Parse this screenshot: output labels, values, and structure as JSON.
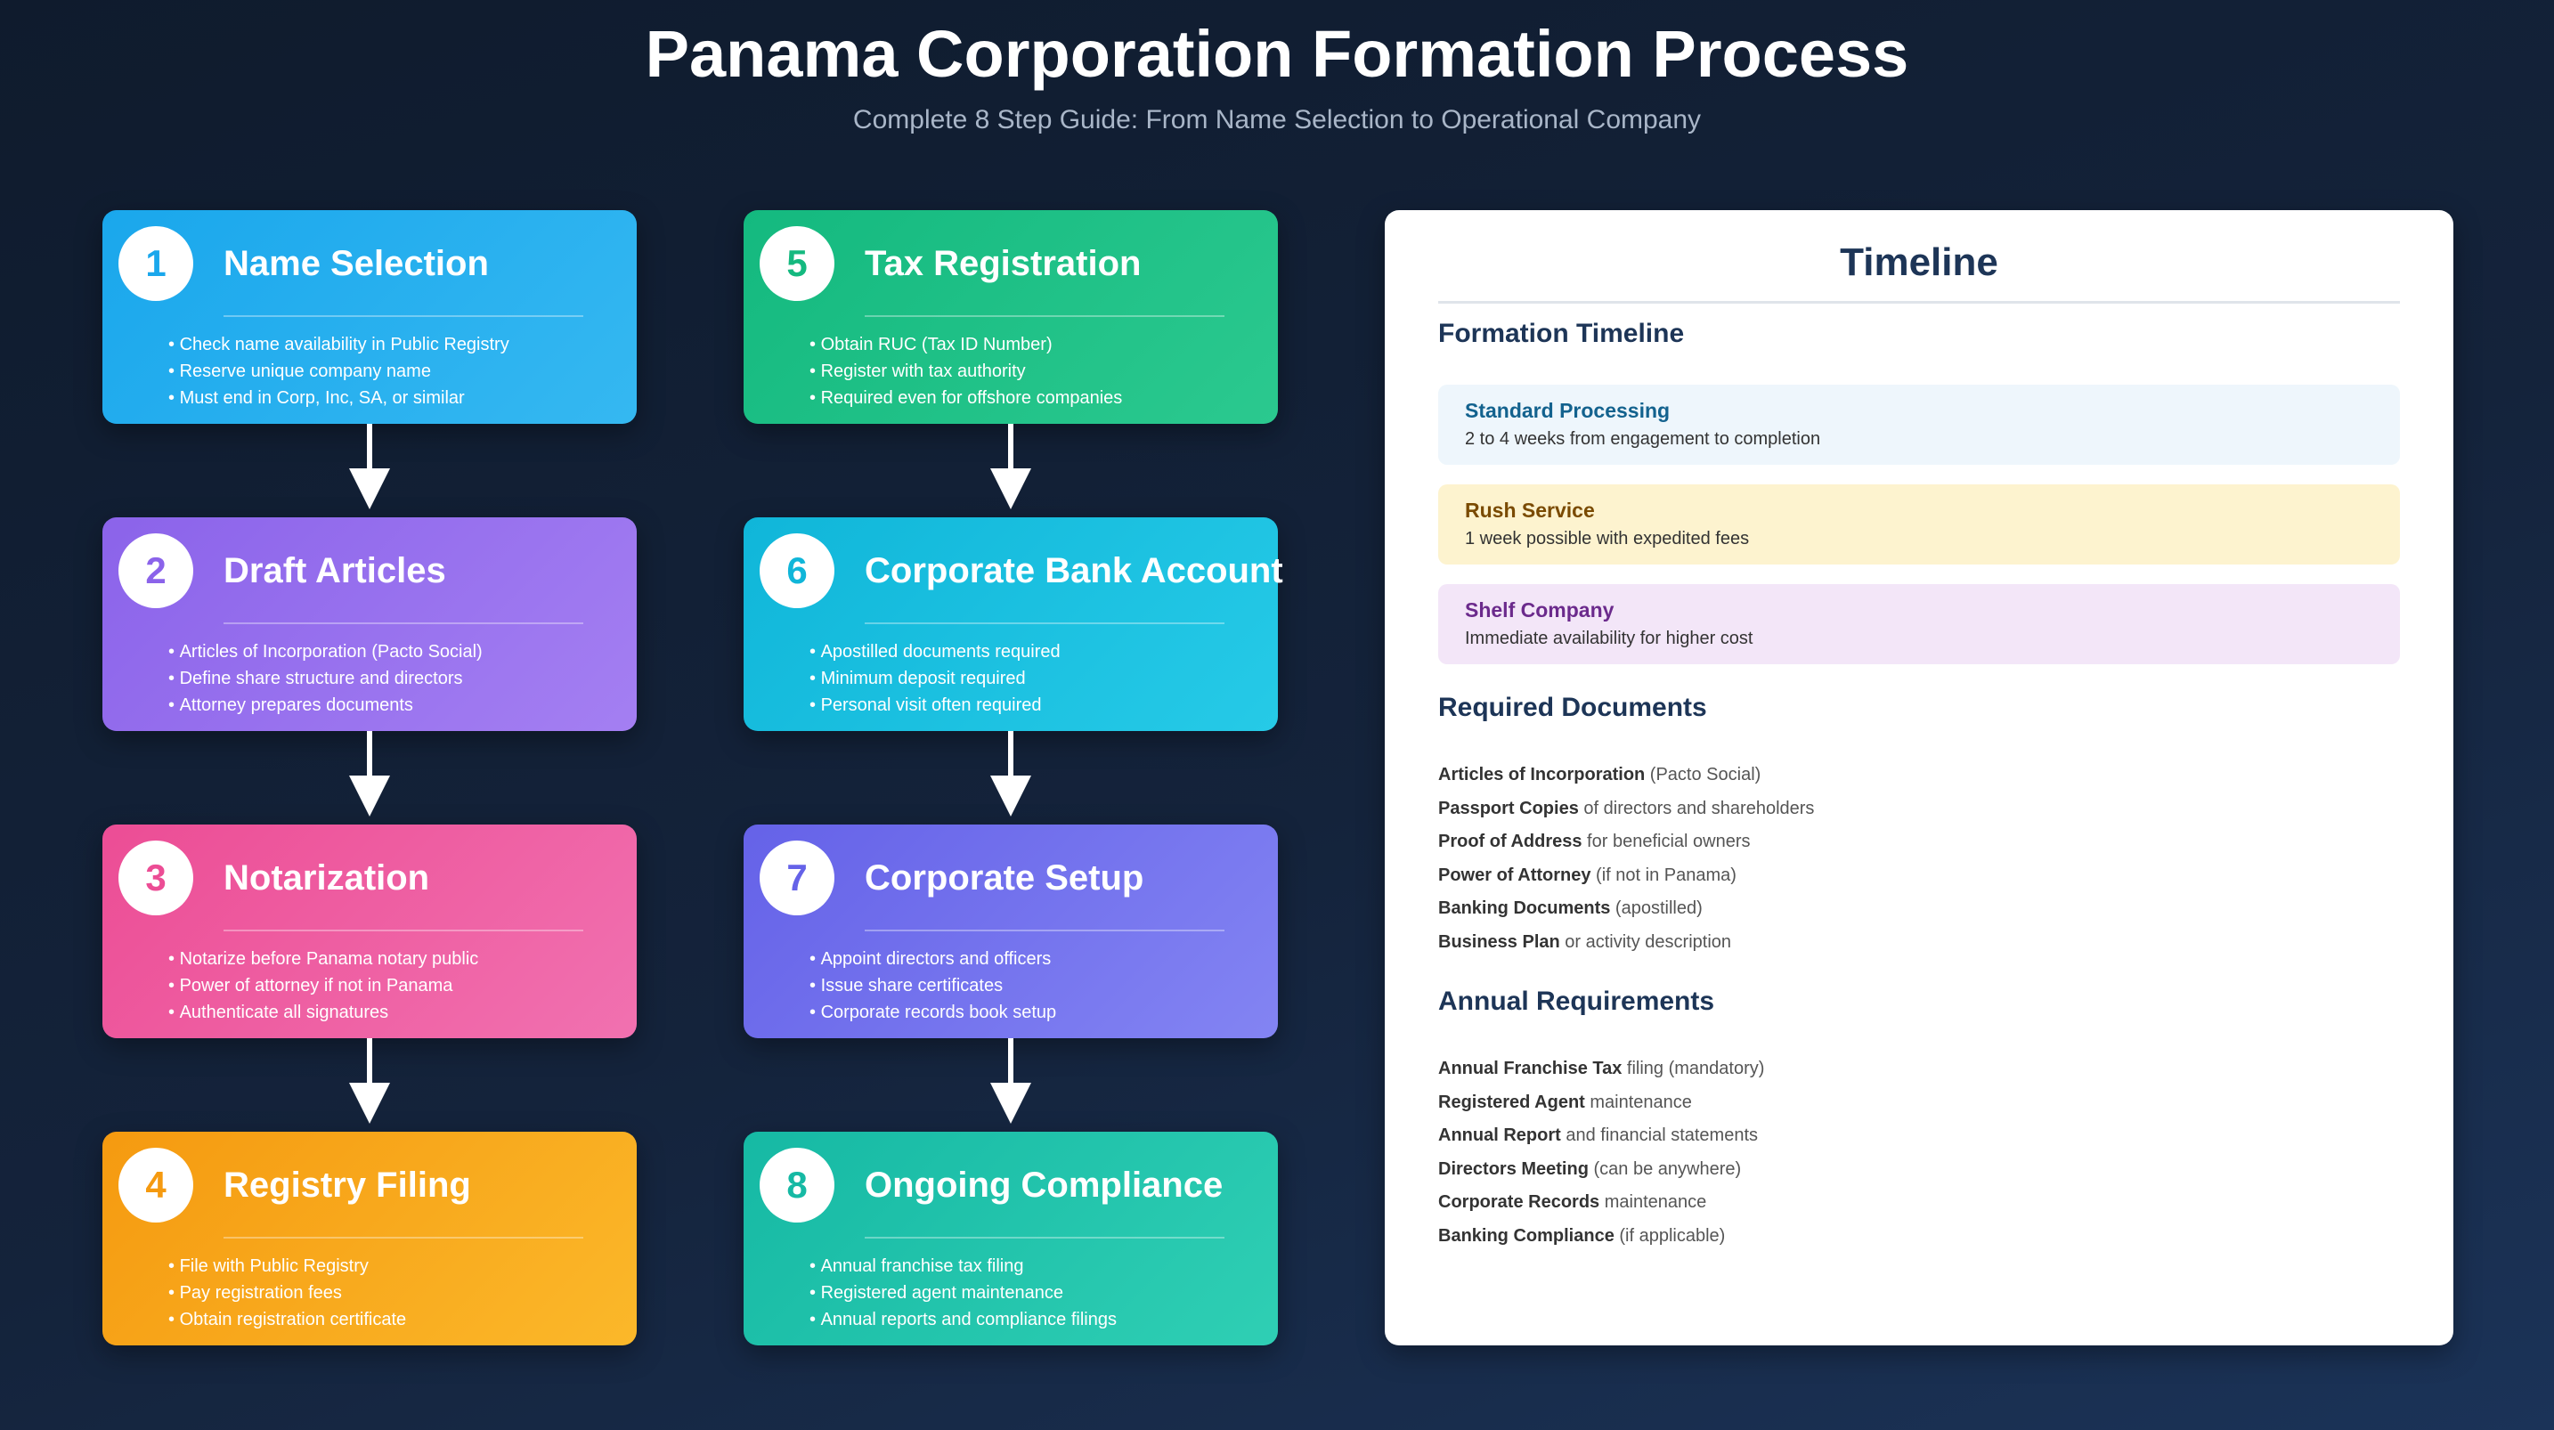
{
  "header": {
    "title": "Panama Corporation Formation Process",
    "subtitle": "Complete 8 Step Guide: From Name Selection to Operational Company"
  },
  "steps": [
    {
      "number": "1",
      "title": "Name Selection",
      "color_start": "#1aa7ec",
      "color_end": "#35b8f1",
      "items": [
        "Check name availability in Public Registry",
        "Reserve unique company name",
        "Must end in Corp, Inc, SA, or similar"
      ]
    },
    {
      "number": "2",
      "title": "Draft Articles",
      "color_start": "#8b63ea",
      "color_end": "#a47ff2",
      "items": [
        "Articles of Incorporation (Pacto Social)",
        "Define share structure and directors",
        "Attorney prepares documents"
      ]
    },
    {
      "number": "3",
      "title": "Notarization",
      "color_start": "#ec4d95",
      "color_end": "#f171b0",
      "items": [
        "Notarize before Panama notary public",
        "Power of attorney if not in Panama",
        "Authenticate all signatures"
      ]
    },
    {
      "number": "4",
      "title": "Registry Filing",
      "color_start": "#f59a10",
      "color_end": "#fbb82a",
      "items": [
        "File with Public Registry",
        "Pay registration fees",
        "Obtain registration certificate"
      ]
    },
    {
      "number": "5",
      "title": "Tax Registration",
      "color_start": "#14b97f",
      "color_end": "#2bc98f",
      "items": [
        "Obtain RUC (Tax ID Number)",
        "Register with tax authority",
        "Required even for offshore companies"
      ]
    },
    {
      "number": "6",
      "title": "Corporate Bank Account",
      "color_start": "#10b6d9",
      "color_end": "#26cae7",
      "items": [
        "Apostilled documents required",
        "Minimum deposit required",
        "Personal visit often required"
      ]
    },
    {
      "number": "7",
      "title": "Corporate Setup",
      "color_start": "#6562e8",
      "color_end": "#8384f3",
      "items": [
        "Appoint directors and officers",
        "Issue share certificates",
        "Corporate records book setup"
      ]
    },
    {
      "number": "8",
      "title": "Ongoing Compliance",
      "color_start": "#16b9a4",
      "color_end": "#2fcfb4",
      "items": [
        "Annual franchise tax filing",
        "Registered agent maintenance",
        "Annual reports and compliance filings"
      ]
    }
  ],
  "panel": {
    "title": "Timeline",
    "formation_heading": "Formation Timeline",
    "timeline": [
      {
        "title": "Standard Processing",
        "desc": "2 to 4 weeks from engagement to completion",
        "bg": "#eef6fc",
        "title_color": "#13628e"
      },
      {
        "title": "Rush Service",
        "desc": "1 week possible with expedited fees",
        "bg": "#fdf3cf",
        "title_color": "#7a4a00"
      },
      {
        "title": "Shelf Company",
        "desc": "Immediate availability for higher cost",
        "bg": "#f3e6f8",
        "title_color": "#6b2a8c"
      }
    ],
    "documents_heading": "Required Documents",
    "documents": [
      {
        "bold": "Articles of Incorporation",
        "rest": " (Pacto Social)"
      },
      {
        "bold": "Passport Copies",
        "rest": " of directors and shareholders"
      },
      {
        "bold": "Proof of Address",
        "rest": " for beneficial owners"
      },
      {
        "bold": "Power of Attorney",
        "rest": " (if not in Panama)"
      },
      {
        "bold": "Banking Documents",
        "rest": " (apostilled)"
      },
      {
        "bold": "Business Plan",
        "rest": " or activity description"
      }
    ],
    "annual_heading": "Annual Requirements",
    "annual": [
      {
        "bold": "Annual Franchise Tax",
        "rest": " filing (mandatory)"
      },
      {
        "bold": "Registered Agent",
        "rest": " maintenance"
      },
      {
        "bold": "Annual Report",
        "rest": " and financial statements"
      },
      {
        "bold": "Directors Meeting",
        "rest": " (can be anywhere)"
      },
      {
        "bold": "Corporate Records",
        "rest": " maintenance"
      },
      {
        "bold": "Banking Compliance",
        "rest": " (if applicable)"
      }
    ]
  }
}
